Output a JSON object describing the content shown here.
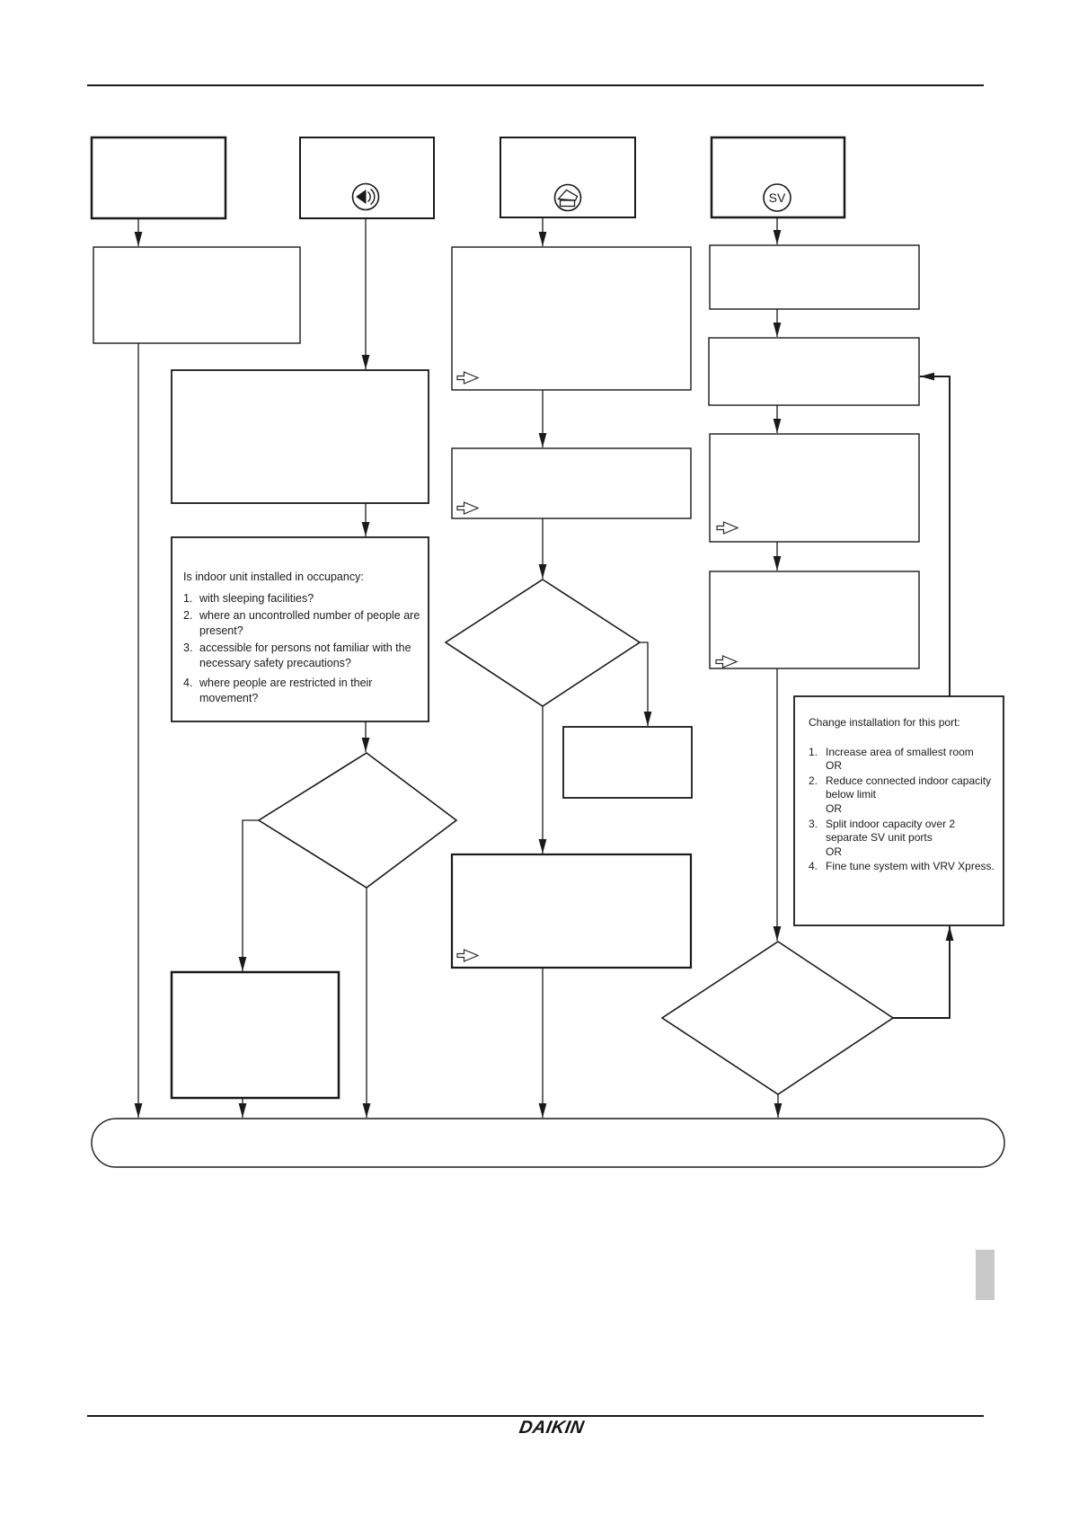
{
  "flowchart": {
    "sv_label": "SV",
    "icons": {
      "branch2": "speaker-icon",
      "branch3": "indoor-unit-icon",
      "branch4": "sv-port-icon"
    },
    "occupancy_box": {
      "intro": "Is indoor unit installed in occupancy:",
      "items": [
        {
          "num": "1.",
          "text": "with sleeping facilities?"
        },
        {
          "num": "2.",
          "text": "where an uncontrolled number of people are present?"
        },
        {
          "num": "3.",
          "text": "accessible for persons not familiar with the necessary safety precautions?"
        },
        {
          "num": "4.",
          "text": "where people are restricted in their movement?"
        }
      ]
    },
    "change_port_box": {
      "intro": "Change installation for this port:",
      "items": [
        {
          "num": "1.",
          "text": "Increase area of smallest room",
          "suffix": "OR"
        },
        {
          "num": "2.",
          "text": "Reduce connected indoor capacity below limit",
          "suffix": "OR"
        },
        {
          "num": "3.",
          "text": "Split indoor capacity over 2 separate SV unit ports",
          "suffix": "OR"
        },
        {
          "num": "4.",
          "text": "Fine tune system with VRV Xpress.",
          "suffix": ""
        }
      ]
    }
  },
  "footer": {
    "logo_text": "DAIKIN"
  }
}
